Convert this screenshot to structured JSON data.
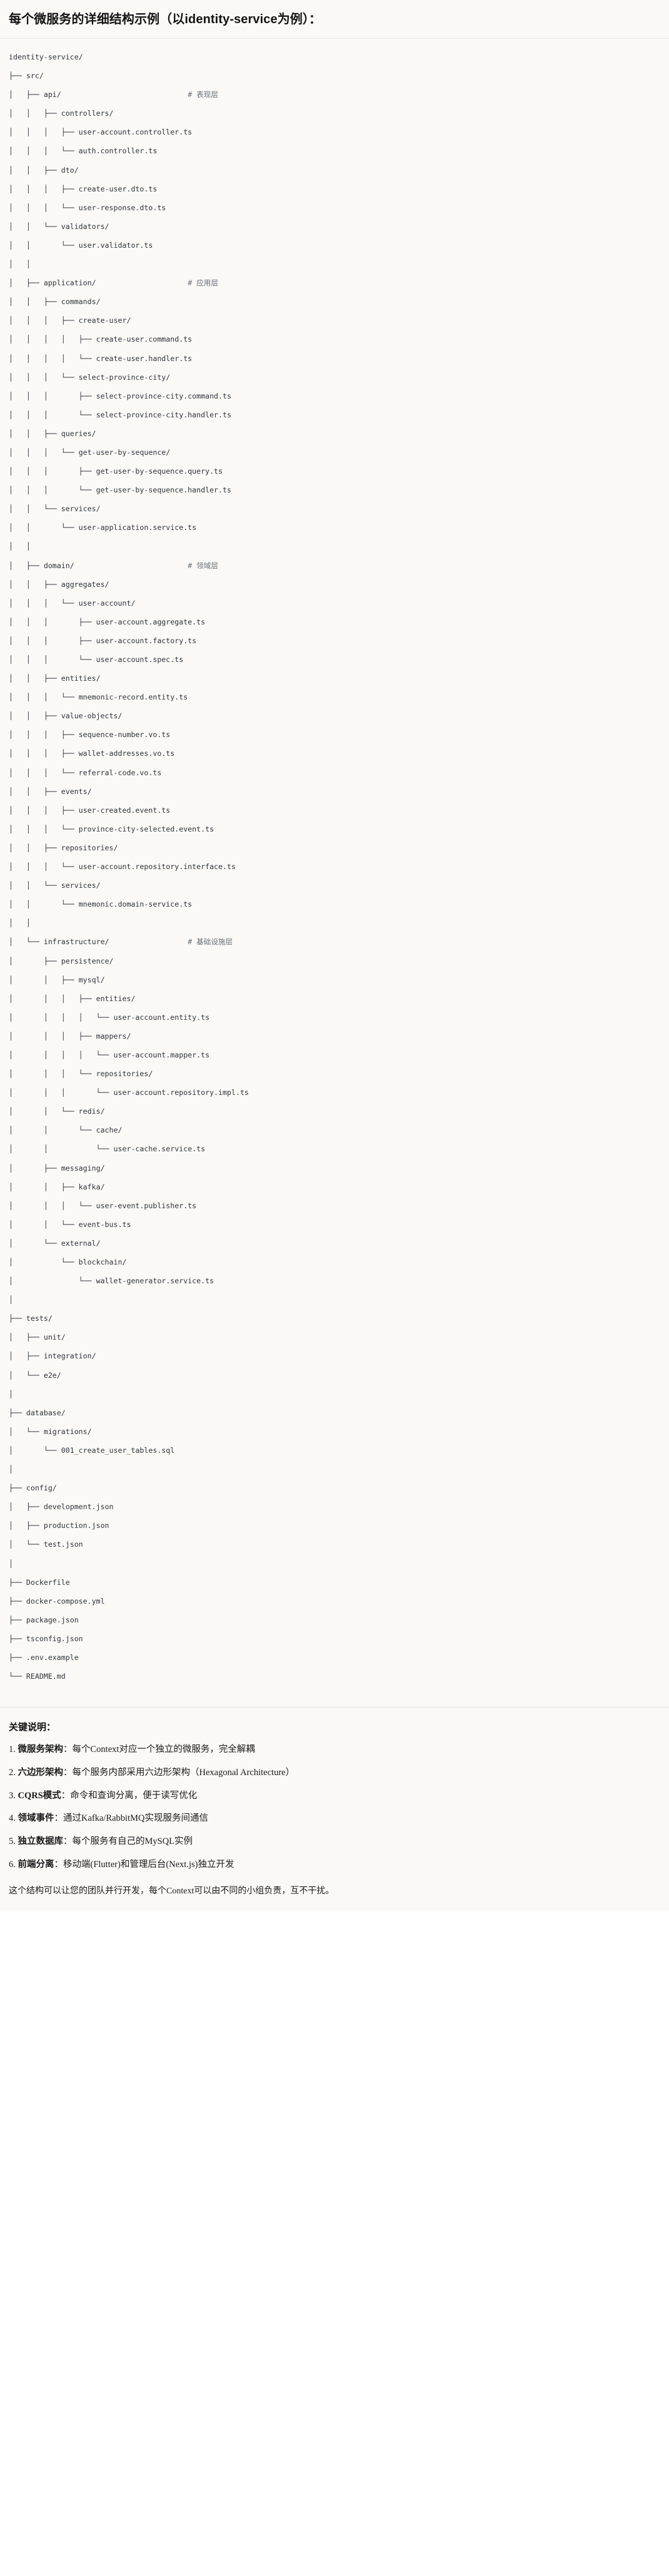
{
  "header": {
    "title": "每个微服务的详细结构示例（以identity-service为例）："
  },
  "tree": {
    "comment_column": 41,
    "lines": [
      {
        "text": "identity-service/",
        "comment": ""
      },
      {
        "text": "├── src/",
        "comment": ""
      },
      {
        "text": "│   ├── api/",
        "comment": "# 表现层"
      },
      {
        "text": "│   │   ├── controllers/",
        "comment": ""
      },
      {
        "text": "│   │   │   ├── user-account.controller.ts",
        "comment": ""
      },
      {
        "text": "│   │   │   └── auth.controller.ts",
        "comment": ""
      },
      {
        "text": "│   │   ├── dto/",
        "comment": ""
      },
      {
        "text": "│   │   │   ├── create-user.dto.ts",
        "comment": ""
      },
      {
        "text": "│   │   │   └── user-response.dto.ts",
        "comment": ""
      },
      {
        "text": "│   │   └── validators/",
        "comment": ""
      },
      {
        "text": "│   │       └── user.validator.ts",
        "comment": ""
      },
      {
        "text": "│   │",
        "comment": ""
      },
      {
        "text": "│   ├── application/",
        "comment": "# 应用层"
      },
      {
        "text": "│   │   ├── commands/",
        "comment": ""
      },
      {
        "text": "│   │   │   ├── create-user/",
        "comment": ""
      },
      {
        "text": "│   │   │   │   ├── create-user.command.ts",
        "comment": ""
      },
      {
        "text": "│   │   │   │   └── create-user.handler.ts",
        "comment": ""
      },
      {
        "text": "│   │   │   └── select-province-city/",
        "comment": ""
      },
      {
        "text": "│   │   │       ├── select-province-city.command.ts",
        "comment": ""
      },
      {
        "text": "│   │   │       └── select-province-city.handler.ts",
        "comment": ""
      },
      {
        "text": "│   │   ├── queries/",
        "comment": ""
      },
      {
        "text": "│   │   │   └── get-user-by-sequence/",
        "comment": ""
      },
      {
        "text": "│   │   │       ├── get-user-by-sequence.query.ts",
        "comment": ""
      },
      {
        "text": "│   │   │       └── get-user-by-sequence.handler.ts",
        "comment": ""
      },
      {
        "text": "│   │   └── services/",
        "comment": ""
      },
      {
        "text": "│   │       └── user-application.service.ts",
        "comment": ""
      },
      {
        "text": "│   │",
        "comment": ""
      },
      {
        "text": "│   ├── domain/",
        "comment": "# 领域层"
      },
      {
        "text": "│   │   ├── aggregates/",
        "comment": ""
      },
      {
        "text": "│   │   │   └── user-account/",
        "comment": ""
      },
      {
        "text": "│   │   │       ├── user-account.aggregate.ts",
        "comment": ""
      },
      {
        "text": "│   │   │       ├── user-account.factory.ts",
        "comment": ""
      },
      {
        "text": "│   │   │       └── user-account.spec.ts",
        "comment": ""
      },
      {
        "text": "│   │   ├── entities/",
        "comment": ""
      },
      {
        "text": "│   │   │   └── mnemonic-record.entity.ts",
        "comment": ""
      },
      {
        "text": "│   │   ├── value-objects/",
        "comment": ""
      },
      {
        "text": "│   │   │   ├── sequence-number.vo.ts",
        "comment": ""
      },
      {
        "text": "│   │   │   ├── wallet-addresses.vo.ts",
        "comment": ""
      },
      {
        "text": "│   │   │   └── referral-code.vo.ts",
        "comment": ""
      },
      {
        "text": "│   │   ├── events/",
        "comment": ""
      },
      {
        "text": "│   │   │   ├── user-created.event.ts",
        "comment": ""
      },
      {
        "text": "│   │   │   └── province-city-selected.event.ts",
        "comment": ""
      },
      {
        "text": "│   │   ├── repositories/",
        "comment": ""
      },
      {
        "text": "│   │   │   └── user-account.repository.interface.ts",
        "comment": ""
      },
      {
        "text": "│   │   └── services/",
        "comment": ""
      },
      {
        "text": "│   │       └── mnemonic.domain-service.ts",
        "comment": ""
      },
      {
        "text": "│   │",
        "comment": ""
      },
      {
        "text": "│   └── infrastructure/",
        "comment": "# 基础设施层"
      },
      {
        "text": "│       ├── persistence/",
        "comment": ""
      },
      {
        "text": "│       │   ├── mysql/",
        "comment": ""
      },
      {
        "text": "│       │   │   ├── entities/",
        "comment": ""
      },
      {
        "text": "│       │   │   │   └── user-account.entity.ts",
        "comment": ""
      },
      {
        "text": "│       │   │   ├── mappers/",
        "comment": ""
      },
      {
        "text": "│       │   │   │   └── user-account.mapper.ts",
        "comment": ""
      },
      {
        "text": "│       │   │   └── repositories/",
        "comment": ""
      },
      {
        "text": "│       │   │       └── user-account.repository.impl.ts",
        "comment": ""
      },
      {
        "text": "│       │   └── redis/",
        "comment": ""
      },
      {
        "text": "│       │       └── cache/",
        "comment": ""
      },
      {
        "text": "│       │           └── user-cache.service.ts",
        "comment": ""
      },
      {
        "text": "│       ├── messaging/",
        "comment": ""
      },
      {
        "text": "│       │   ├── kafka/",
        "comment": ""
      },
      {
        "text": "│       │   │   └── user-event.publisher.ts",
        "comment": ""
      },
      {
        "text": "│       │   └── event-bus.ts",
        "comment": ""
      },
      {
        "text": "│       └── external/",
        "comment": ""
      },
      {
        "text": "│           └── blockchain/",
        "comment": ""
      },
      {
        "text": "│               └── wallet-generator.service.ts",
        "comment": ""
      },
      {
        "text": "│",
        "comment": ""
      },
      {
        "text": "├── tests/",
        "comment": ""
      },
      {
        "text": "│   ├── unit/",
        "comment": ""
      },
      {
        "text": "│   ├── integration/",
        "comment": ""
      },
      {
        "text": "│   └── e2e/",
        "comment": ""
      },
      {
        "text": "│",
        "comment": ""
      },
      {
        "text": "├── database/",
        "comment": ""
      },
      {
        "text": "│   └── migrations/",
        "comment": ""
      },
      {
        "text": "│       └── 001_create_user_tables.sql",
        "comment": ""
      },
      {
        "text": "│",
        "comment": ""
      },
      {
        "text": "├── config/",
        "comment": ""
      },
      {
        "text": "│   ├── development.json",
        "comment": ""
      },
      {
        "text": "│   ├── production.json",
        "comment": ""
      },
      {
        "text": "│   └── test.json",
        "comment": ""
      },
      {
        "text": "│",
        "comment": ""
      },
      {
        "text": "├── Dockerfile",
        "comment": ""
      },
      {
        "text": "├── docker-compose.yml",
        "comment": ""
      },
      {
        "text": "├── package.json",
        "comment": ""
      },
      {
        "text": "├── tsconfig.json",
        "comment": ""
      },
      {
        "text": "├── .env.example",
        "comment": ""
      },
      {
        "text": "└── README.md",
        "comment": ""
      }
    ]
  },
  "notes": {
    "title": "关键说明：",
    "items": [
      {
        "num": "1.",
        "term": "微服务架构",
        "desc": "：每个Context对应一个独立的微服务，完全解耦"
      },
      {
        "num": "2.",
        "term": "六边形架构",
        "desc": "：每个服务内部采用六边形架构（Hexagonal Architecture）"
      },
      {
        "num": "3.",
        "term": "CQRS模式",
        "desc": "：命令和查询分离，便于读写优化"
      },
      {
        "num": "4.",
        "term": "领域事件",
        "desc": "：通过Kafka/RabbitMQ实现服务间通信"
      },
      {
        "num": "5.",
        "term": "独立数据库",
        "desc": "：每个服务有自己的MySQL实例"
      },
      {
        "num": "6.",
        "term": "前端分离",
        "desc": "：移动端(Flutter)和管理后台(Next.js)独立开发"
      }
    ],
    "closing": "这个结构可以让您的团队并行开发，每个Context可以由不同的小组负责，互不干扰。"
  }
}
